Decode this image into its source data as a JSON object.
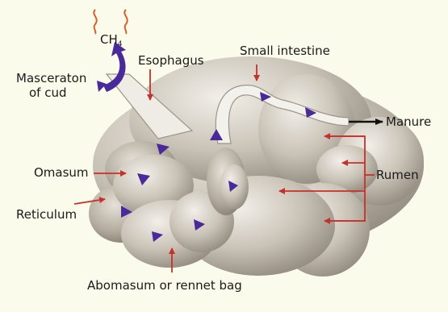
{
  "diagram": {
    "labels": {
      "ch4_main": "CH",
      "ch4_sub": "4",
      "mascerate_line1": "Masceraton",
      "mascerate_line2": "of cud",
      "esophagus": "Esophagus",
      "small_intestine": "Small intestine",
      "manure": "Manure",
      "rumen": "Rumen",
      "omasum": "Omasum",
      "reticulum": "Reticulum",
      "abomasum": "Abomasum or rennet bag"
    },
    "colors": {
      "background": "#fbfbec",
      "stomach": "#c9c2b6",
      "stomach_shadow": "#8f877b",
      "flow_arrow": "#4a2a9a",
      "pointer_arrow": "#c8302a",
      "gas_wave": "#d4622a",
      "manure_arrow": "#111111"
    },
    "icons": {
      "flow": "purple-flow-arrow",
      "pointer": "red-pointer-arrow",
      "gas": "methane-wave-icon"
    }
  }
}
